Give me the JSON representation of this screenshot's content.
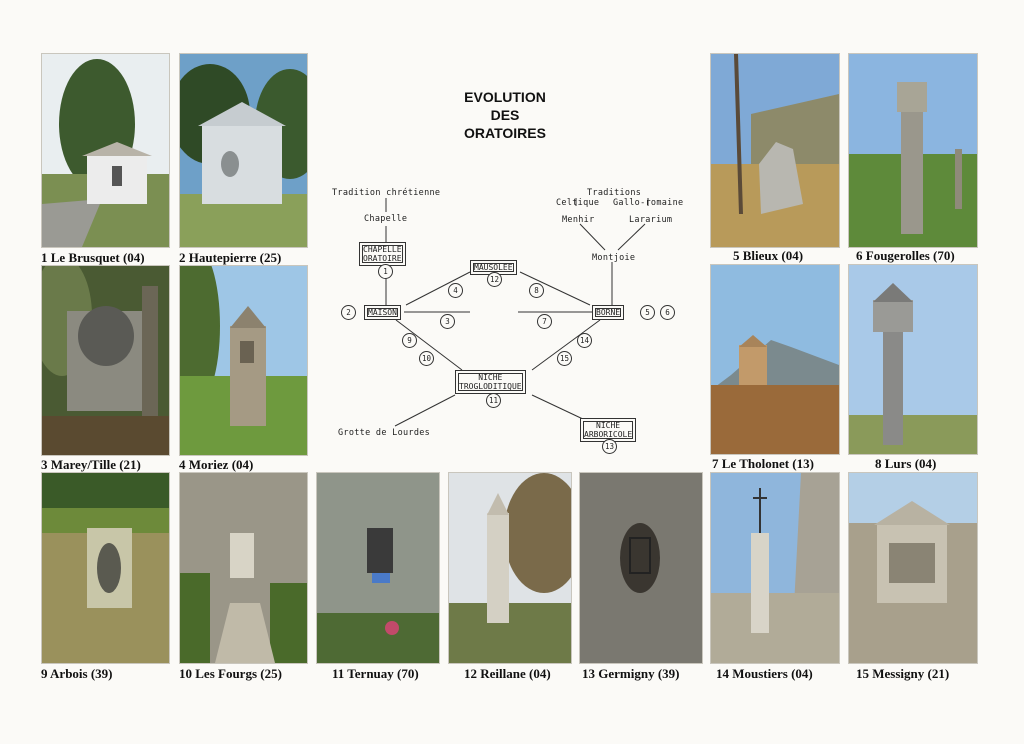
{
  "title": {
    "line1": "EVOLUTION",
    "line2": "DES",
    "line3": "ORATOIRES"
  },
  "photos": [
    {
      "caption": "1  Le Brusquet (04)"
    },
    {
      "caption": "2  Hautepierre (25)"
    },
    {
      "caption": "3  Marey/Tille (21)"
    },
    {
      "caption": "4      Moriez (04)"
    },
    {
      "caption": "5 Blieux (04)"
    },
    {
      "caption": "6 Fougerolles (70)"
    },
    {
      "caption": "7 Le Tholonet (13)"
    },
    {
      "caption": "8 Lurs (04)"
    },
    {
      "caption": "9      Arbois  (39)"
    },
    {
      "caption": "10  Les Fourgs (25)"
    },
    {
      "caption": "11 Ternuay (70)"
    },
    {
      "caption": "12 Reillane (04)"
    },
    {
      "caption": "13 Germigny (39)"
    },
    {
      "caption": "14   Moustiers (04)"
    },
    {
      "caption": "15  Messigny  (21)"
    }
  ],
  "diagram": {
    "left_source": {
      "title": "Tradition chrétienne",
      "item": "Chapelle"
    },
    "right_source": {
      "title": "Traditions",
      "sub1": "Celtique",
      "sub2": "Gallo-romaine",
      "item1": "Menhir",
      "item2": "Lararium",
      "item3": "Montjoie"
    },
    "boxes": {
      "chapelle_l1": "CHAPELLE",
      "chapelle_l2": "ORATOIRE",
      "mausolee": "MAUSOLEE",
      "maison": "MAISON",
      "borne": "BORNE",
      "niche_l1": "NICHE",
      "niche_l2": "TROGLODITIQUE",
      "arbo_l1": "NICHE",
      "arbo_l2": "ARBORICOLE"
    },
    "grotte": "Grotte de Lourdes",
    "numbers": {
      "n1": "1",
      "n2": "2",
      "n3": "3",
      "n4": "4",
      "n5": "5",
      "n6": "6",
      "n7": "7",
      "n8": "8",
      "n9": "9",
      "n10": "10",
      "n11": "11",
      "n12": "12",
      "n13": "13",
      "n14": "14",
      "n15": "15"
    }
  }
}
